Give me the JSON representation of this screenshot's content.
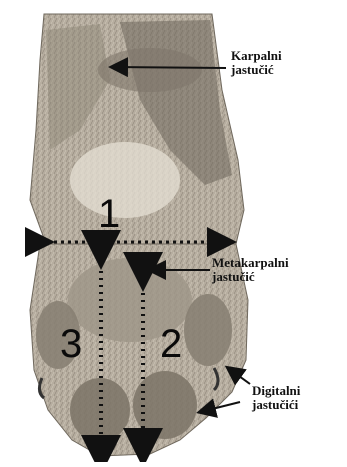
{
  "labels": {
    "karpalni": [
      "Karpalni",
      "jastučić"
    ],
    "metakarpalni": [
      "Metakarpalni",
      "jastučić"
    ],
    "digitalni": [
      "Digitalni",
      "jastučići"
    ]
  },
  "measurements": [
    {
      "id": "1"
    },
    {
      "id": "2"
    },
    {
      "id": "3"
    }
  ]
}
